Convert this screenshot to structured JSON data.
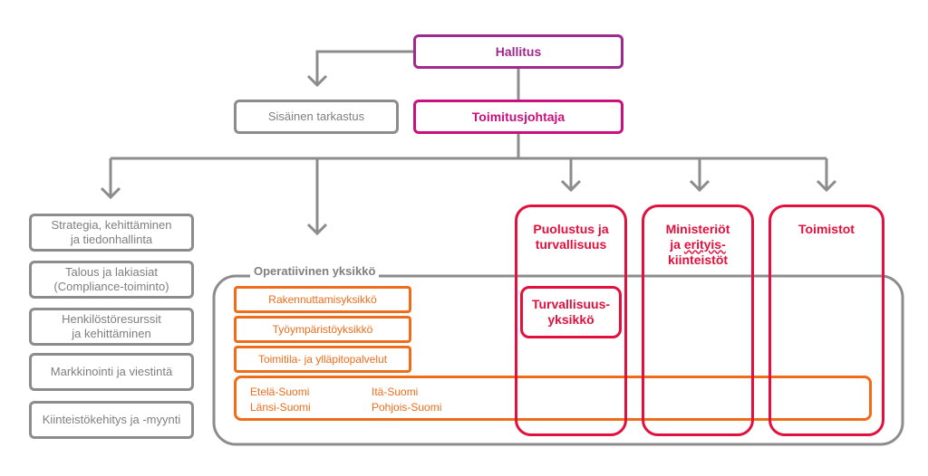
{
  "top": {
    "board": "Hallitus",
    "ceo": "Toimitusjohtaja",
    "audit": "Sisäinen tarkastus"
  },
  "staff": [
    "Strategia, kehittäminen\nja tiedonhallinta",
    "Talous ja lakiasiat\n(Compliance-toiminto)",
    "Henkilöstöresurssit\nja kehittäminen",
    "Markkinointi ja viestintä",
    "Kiinteistökehitys ja -myynti"
  ],
  "operative": {
    "label": "Operatiivinen yksikkö",
    "units": [
      "Rakennuttamisyksikkö",
      "Työympäristöyksikkö",
      "Toimitila- ja ylläpitopalvelut"
    ],
    "regions": [
      "Etelä-Suomi",
      "Itä-Suomi",
      "Länsi-Suomi",
      "Pohjois-Suomi"
    ]
  },
  "divisions": {
    "defence": "Puolustus ja\nturvallisuus",
    "security_unit": "Turvallisuus-\nyksikkö",
    "ministries_line1": "Ministeriöt",
    "ministries_line2_pre": "ja ",
    "ministries_line2_word": "erityis-",
    "ministries_line3": "kiinteistöt",
    "offices": "Toimistot"
  },
  "colors": {
    "purple": "#a0298f",
    "magenta": "#c8107e",
    "grey": "#8c8c8c",
    "orange": "#ef6c1a",
    "red": "#e2103c"
  }
}
